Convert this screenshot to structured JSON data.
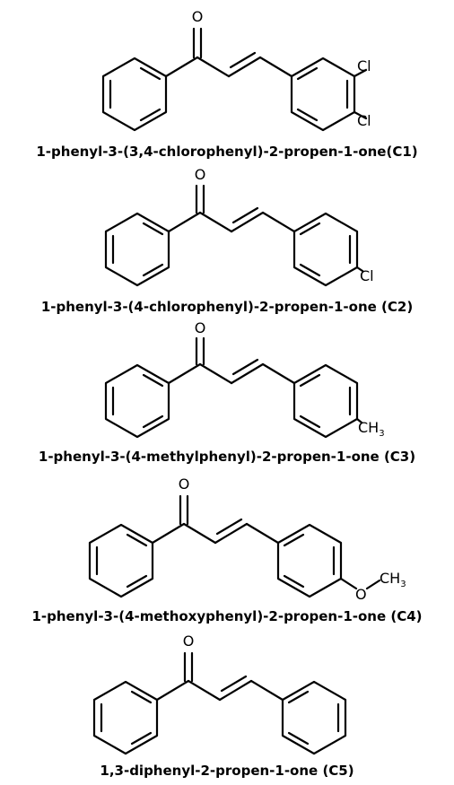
{
  "compounds": [
    {
      "name": "1-phenyl-3-(3,4-chlorophenyl)-2-propen-1-one(C1)",
      "carbonyl_atom": "O",
      "substituents": [
        {
          "atom": "Cl",
          "sub": ""
        },
        {
          "atom": "Cl",
          "sub": ""
        }
      ]
    },
    {
      "name": "1-phenyl-3-(4-chlorophenyl)-2-propen-1-one (C2)",
      "carbonyl_atom": "O",
      "substituents": [
        {
          "atom": "Cl",
          "sub": ""
        }
      ]
    },
    {
      "name": "1-phenyl-3-(4-methylphenyl)-2-propen-1-one (C3)",
      "carbonyl_atom": "O",
      "substituents": [
        {
          "atom": "CH",
          "sub": "3"
        }
      ]
    },
    {
      "name": "1-phenyl-3-(4-methoxyphenyl)-2-propen-1-one (C4)",
      "carbonyl_atom": "O",
      "substituents": [
        {
          "atom": "O",
          "sub": ""
        },
        {
          "atom": "CH",
          "sub": "3"
        }
      ]
    },
    {
      "name": "1,3-diphenyl-2-propen-1-one (C5)",
      "carbonyl_atom": "O",
      "substituents": []
    }
  ]
}
